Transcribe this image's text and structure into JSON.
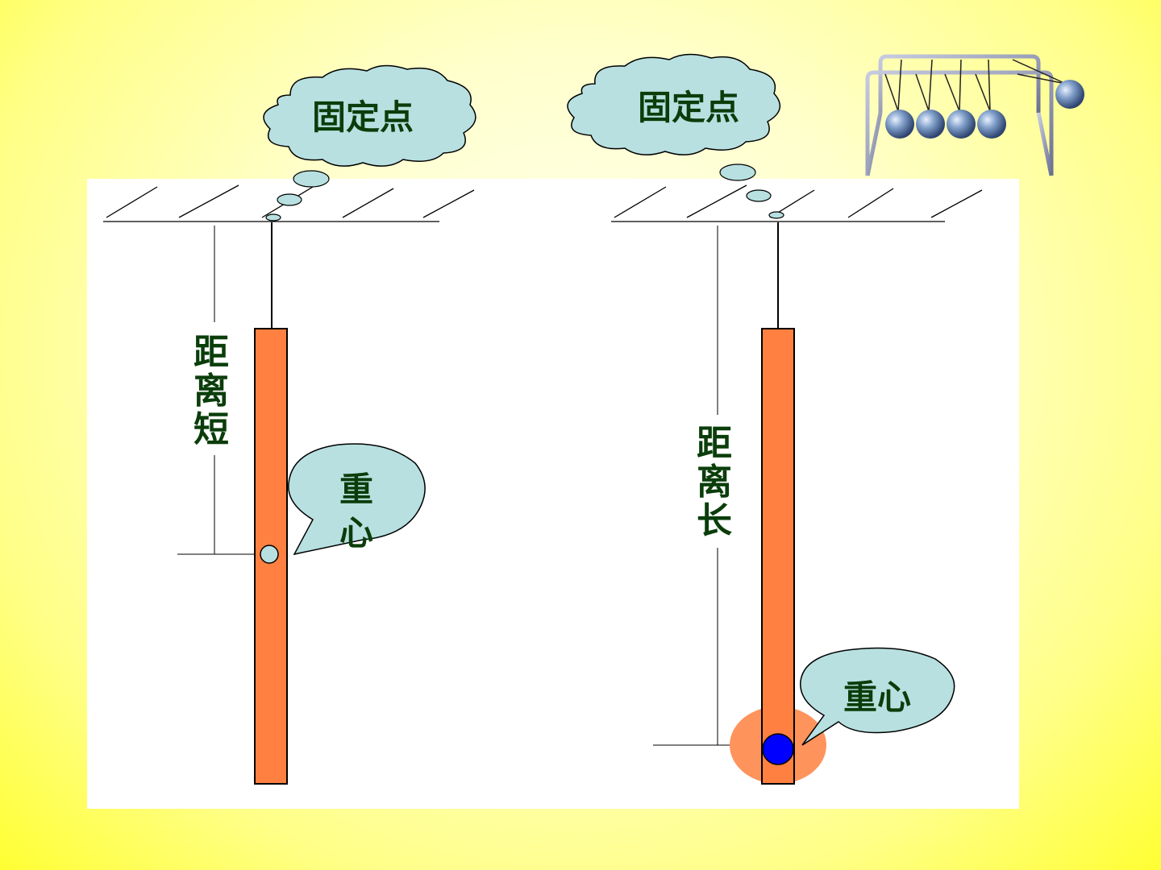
{
  "colors": {
    "background_center": "#ffffee",
    "background_edge": "#ffff33",
    "rod_fill": "#ff8040",
    "cloud_fill": "#b8e0e0",
    "label_color": "#0a3d0a",
    "center_dot_right": "#0000ff"
  },
  "left": {
    "cloud_label": "固定点",
    "distance_label": [
      "距",
      "离",
      "短"
    ],
    "callout_label": [
      "重",
      "心"
    ]
  },
  "right": {
    "cloud_label": "固定点",
    "distance_label": [
      "距",
      "离",
      "长"
    ],
    "callout_label": "重心"
  },
  "decoration": {
    "icon": "newtons-cradle-icon"
  }
}
